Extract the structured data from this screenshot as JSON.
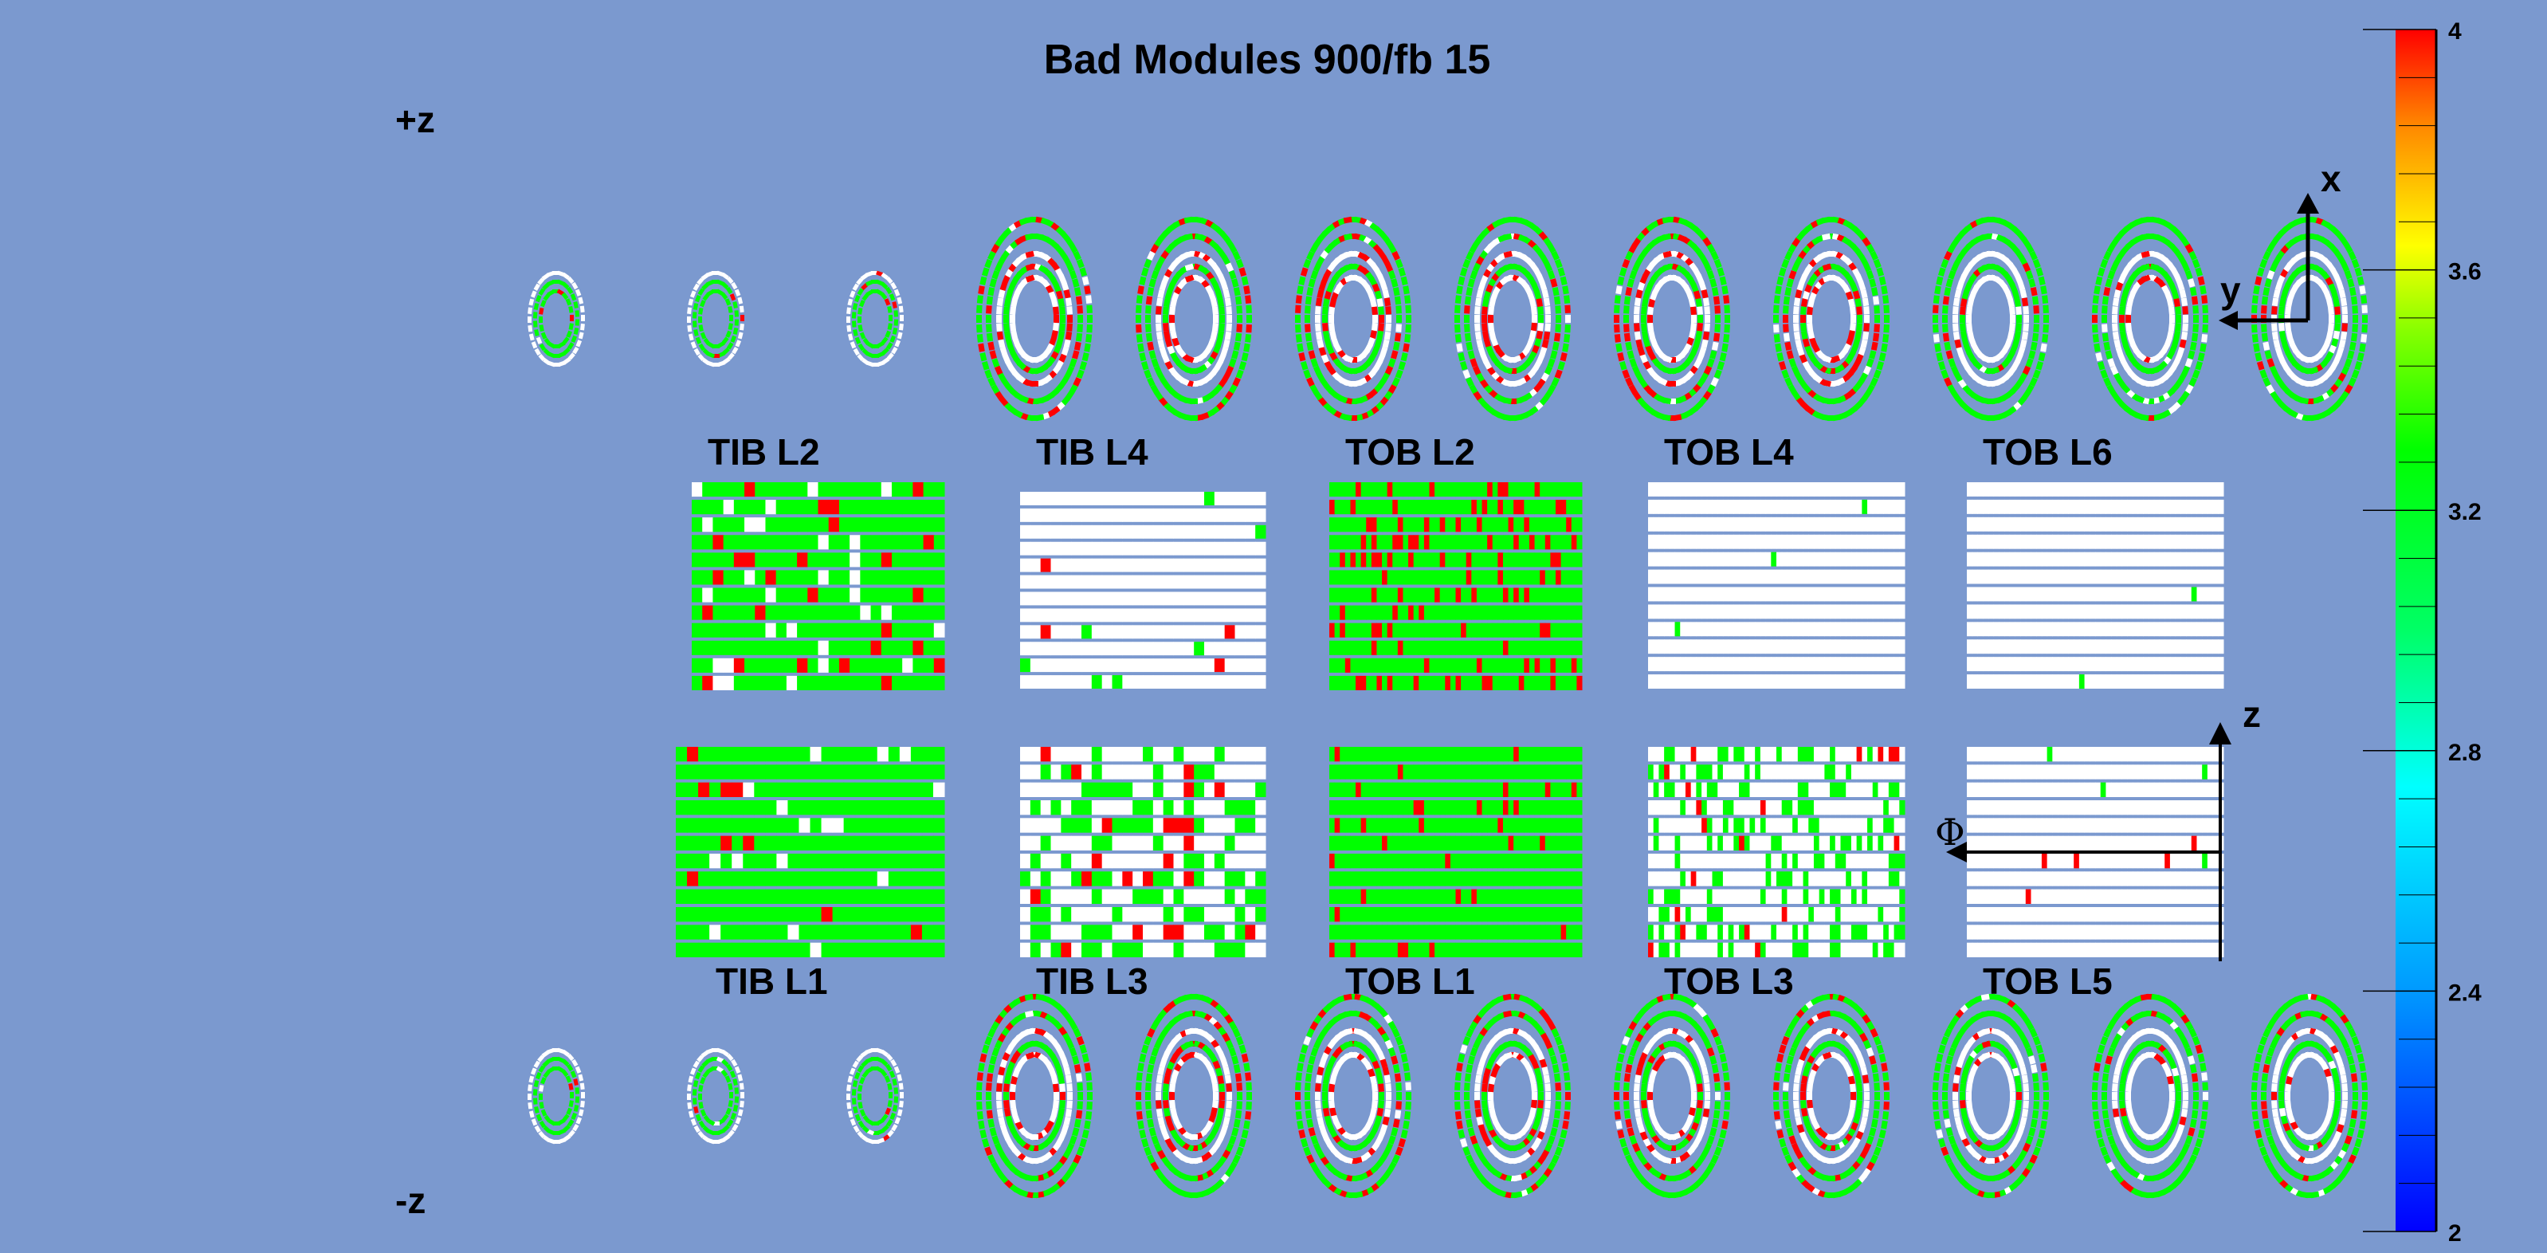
{
  "chart_data": {
    "type": "heatmap",
    "title": "Bad Modules 900/fb 15",
    "z_labels": {
      "plus": "+z",
      "minus": "-z"
    },
    "barrel_panels": [
      {
        "label": "TIB L2",
        "row": "top",
        "dominant": "green",
        "red_frac": 0.08,
        "white_frac": 0.12
      },
      {
        "label": "TIB L4",
        "row": "top",
        "dominant": "white",
        "red_frac": 0.01,
        "white_frac": 0.97
      },
      {
        "label": "TOB L2",
        "row": "top",
        "dominant": "green",
        "red_frac": 0.18,
        "white_frac": 0.0
      },
      {
        "label": "TOB L4",
        "row": "top",
        "dominant": "white",
        "red_frac": 0.0,
        "white_frac": 0.99
      },
      {
        "label": "TOB L6",
        "row": "top",
        "dominant": "white",
        "red_frac": 0.0,
        "white_frac": 0.99
      },
      {
        "label": "TIB L1",
        "row": "bottom",
        "dominant": "green",
        "red_frac": 0.03,
        "white_frac": 0.08
      },
      {
        "label": "TIB L3",
        "row": "bottom",
        "dominant": "white",
        "red_frac": 0.1,
        "white_frac": 0.6
      },
      {
        "label": "TOB L1",
        "row": "bottom",
        "dominant": "green",
        "red_frac": 0.05,
        "white_frac": 0.0
      },
      {
        "label": "TOB L3",
        "row": "bottom",
        "dominant": "white",
        "red_frac": 0.02,
        "white_frac": 0.7
      },
      {
        "label": "TOB L5",
        "row": "bottom",
        "dominant": "white",
        "red_frac": 0.01,
        "white_frac": 0.98
      }
    ],
    "endcap_disks": {
      "plus_z_count": 12,
      "minus_z_count": 12,
      "small_disks_per_side": 3
    },
    "axis_glyphs": {
      "x": "x",
      "y": "y",
      "z": "z",
      "phi": "Φ"
    },
    "colorbar": {
      "min": 2,
      "max": 4,
      "ticks": [
        "2",
        "2.4",
        "2.8",
        "3.2",
        "3.6",
        "4"
      ]
    },
    "colors": {
      "background": "#7b99cf",
      "good": "#00ff00",
      "bad": "#ff0000",
      "empty": "#ffffff",
      "low": "#0000ff"
    }
  }
}
